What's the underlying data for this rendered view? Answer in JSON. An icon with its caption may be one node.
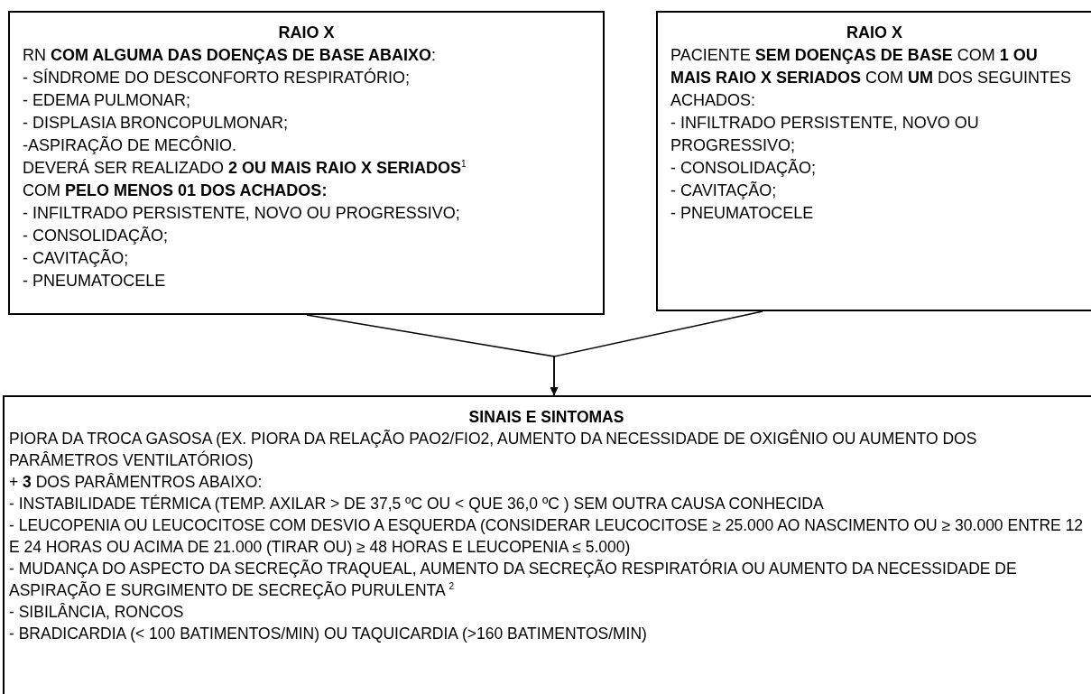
{
  "diagram": {
    "nodes": [
      {
        "text": [
          "RAIO X",
          "RN **COM ALGUMA DAS DOENÇAS DE BASE ABAIXO**:",
          "- SÍNDROME DO DESCONFORTO RESPIRATÓRIO;",
          "- EDEMA PULMONAR;",
          "- DISPLASIA BRONCOPULMONAR;",
          "-ASPIRAÇÃO DE MECÔNIO.",
          "DEVERÁ SER REALIZADO **2 OU MAIS RAIO X SERIADOS**$^{1}$",
          "COM **PELO MENOS 01 DOS ACHADOS:**",
          "- INFILTRADO PERSISTENTE, NOVO OU PROGRESSIVO;",
          "- CONSOLIDAÇÃO;",
          "- CAVITAÇÃO;",
          "- PNEUMATOCELE"
        ]
      },
      {
        "text": [
          "RAIO X",
          "PACIENTE **SEM DOENÇAS DE BASE** COM **1 OU MAIS RAIO X SERIADOS** COM **UM** DOS SEGUINTES ACHADOS:",
          "- INFILTRADO PERSISTENTE, NOVO OU PROGRESSIVO;",
          "- CONSOLIDAÇÃO;",
          "- CAVITAÇÃO;",
          "- PNEUMATOCELE"
        ]
      },
      {
        "text": [
          "SINAIS E SINTOMAS",
          "PIORA DA TROCA GASOSA (EX. PIORA DA RELAÇÃO PAO2/FIO2, AUMENTO DA NECESSIDADE DE OXIGÊNIO OU AUMENTO DOS PARÂMETROS VENTILATÓRIOS)",
          "+ **3** DOS PARÂMENTROS ABAIXO:",
          "- INSTABILIDADE TÉRMICA (TEMP. AXILAR > DE 37,5 ºC OU < QUE 36,0 ºC ) SEM OUTRA CAUSA CONHECIDA",
          "- LEUCOPENIA OU LEUCOCITOSE COM DESVIO A ESQUERDA (CONSIDERAR LEUCOCITOSE ≥ 25.000 AO NASCIMENTO OU ≥ 30.000 ENTRE 12 E 24 HORAS OU ACIMA DE 21.000 (TIRAR OU) ≥ 48 HORAS E LEUCOPENIA ≤ 5.000)",
          "- MUDANÇA DO ASPECTO DA SECREÇÃO TRAQUEAL, AUMENTO DA SECREÇÃO RESPIRATÓRIA OU AUMENTO DA NECESSIDADE DE ASPIRAÇÃO E SURGIMENTO DE SECREÇÃO PURULENTA $^{2}$",
          "- SIBILÂNCIA, RONCOS",
          "- BRADICARDIA (< 100 BATIMENTOS/MIN) OU TAQUICARDIA (>160 BATIMENTOS/MIN)"
        ]
      }
    ],
    "edges": [
      {
        "from": 0,
        "to": 2,
        "arrow": "to"
      },
      {
        "from": 1,
        "to": 2,
        "arrow": "to"
      }
    ]
  }
}
